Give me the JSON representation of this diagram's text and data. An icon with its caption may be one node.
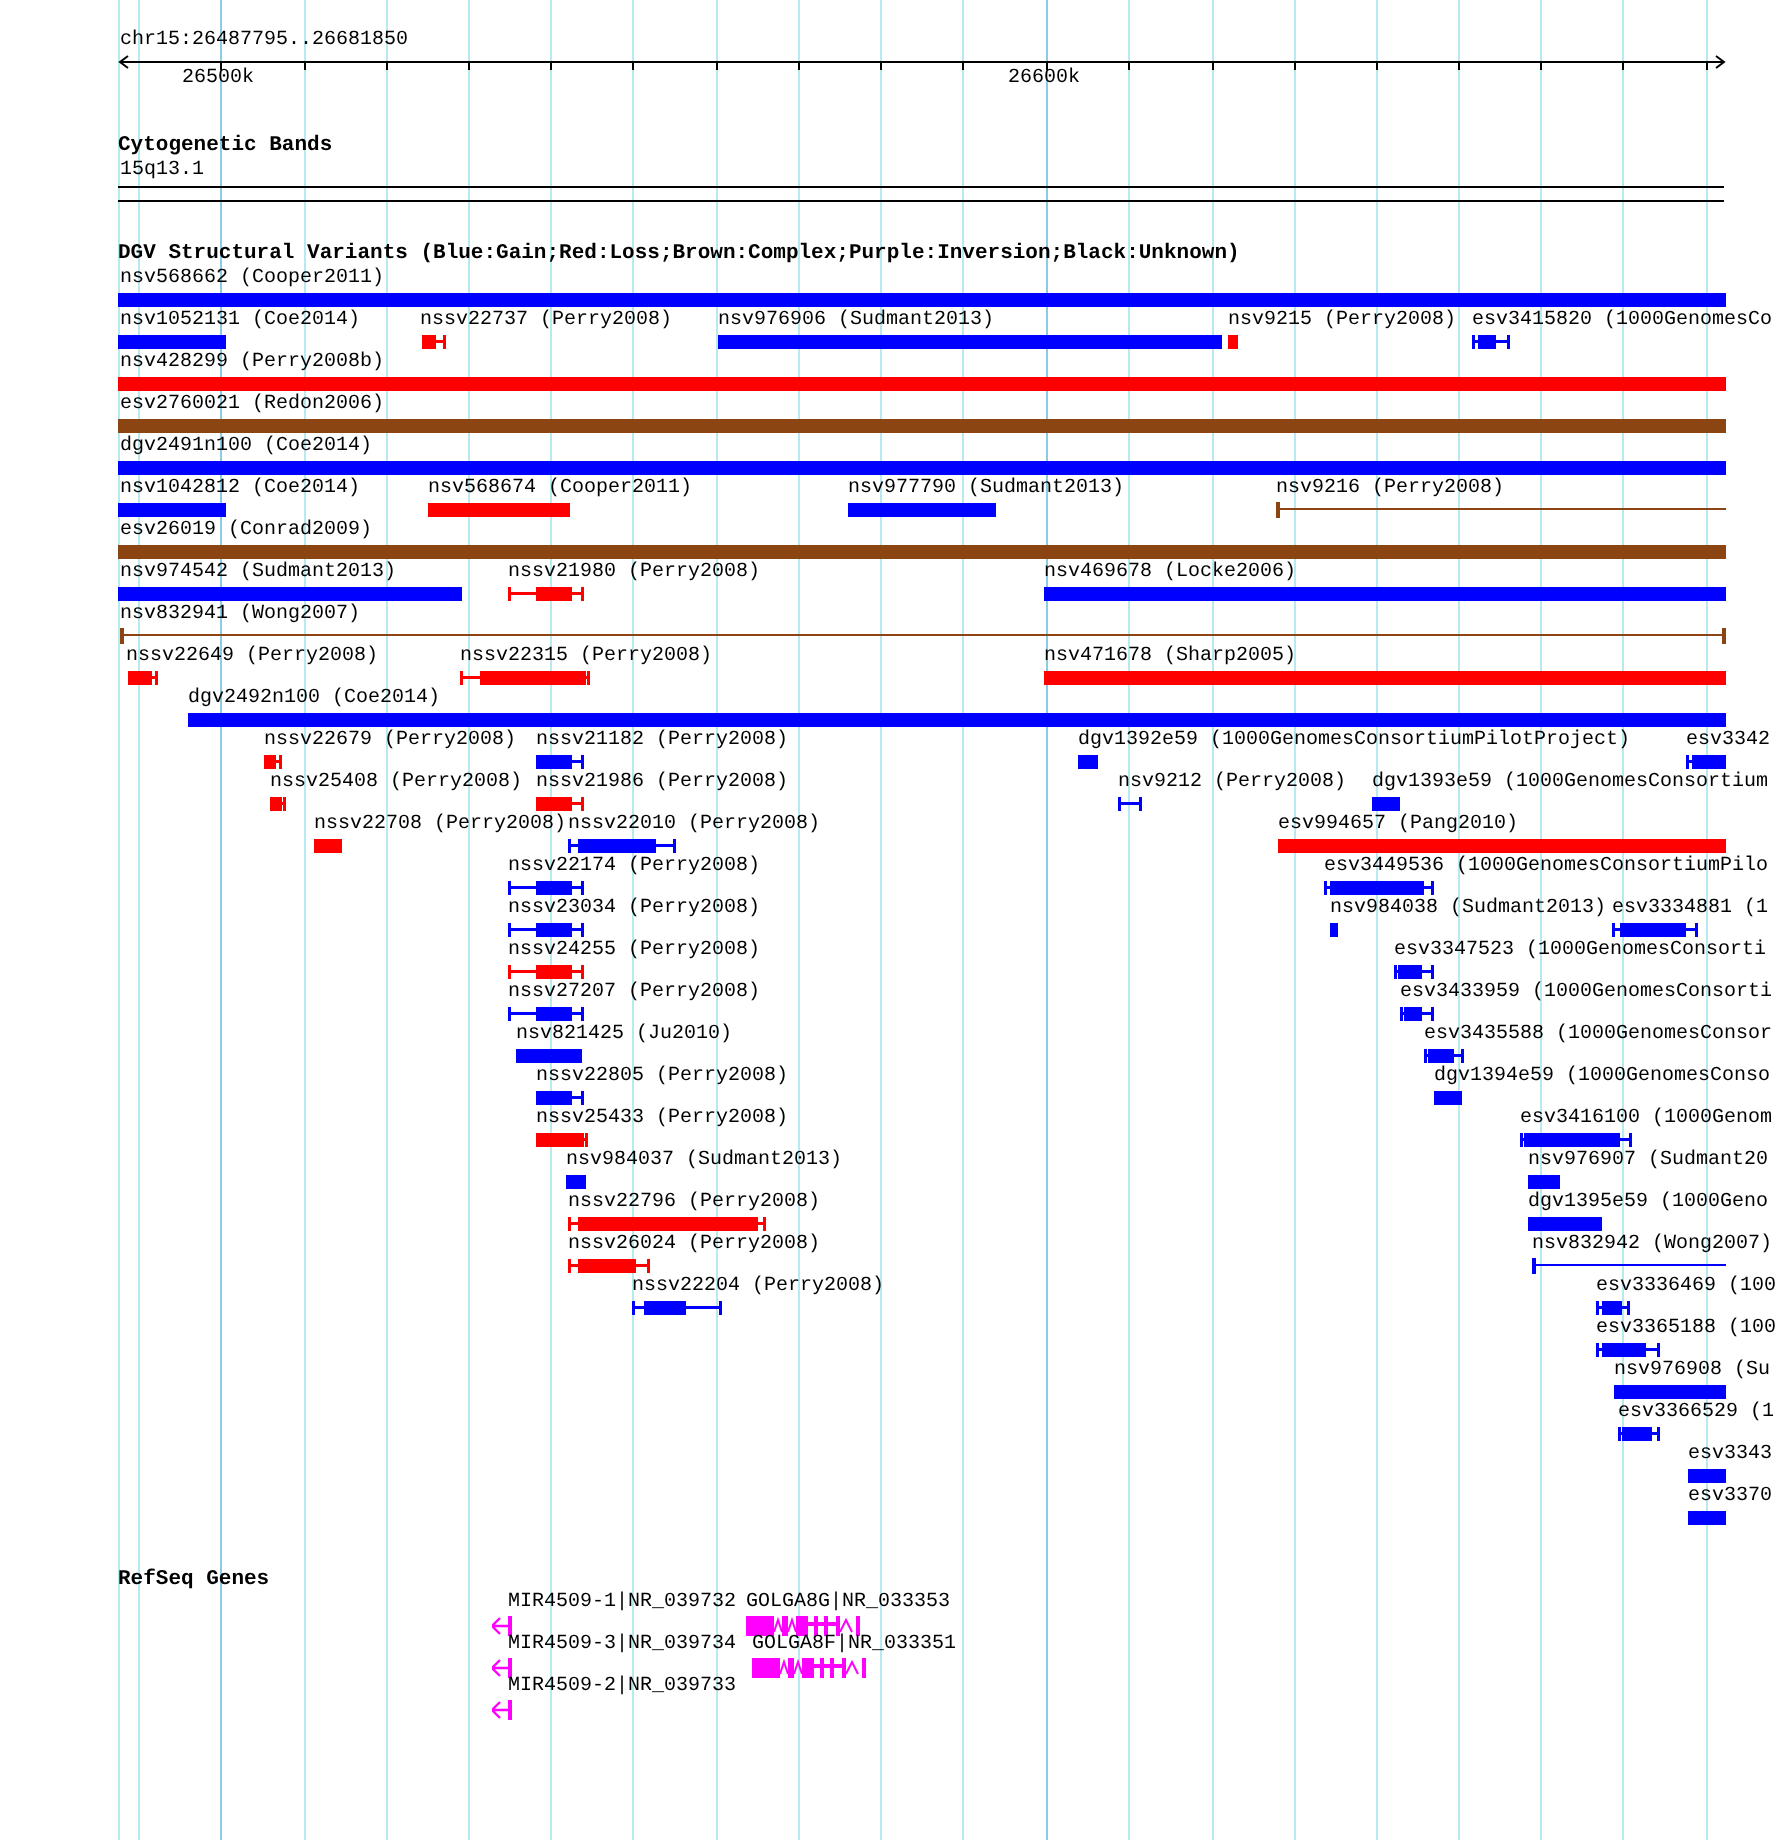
{
  "diagram": {
    "nodes": [
      {
        "text": [
          "nsv568662 (Cooper2011)"
        ]
      },
      {
        "text": [
          "nsv1052131 (Coe2014)"
        ]
      },
      {
        "text": [
          "nssv22737 (Perry2008)"
        ]
      },
      {
        "text": [
          "nsv976906 (Sudmant2013)"
        ]
      },
      {
        "text": [
          "nsv9215 (Perry2008)"
        ]
      },
      {
        "text": [
          "esv3415820 (1000GenomesCo"
        ]
      },
      {
        "text": [
          "nsv428299 (Perry2008b)"
        ]
      },
      {
        "text": [
          "esv2760021 (Redon2006)"
        ]
      },
      {
        "text": [
          "dgv2491n100 (Coe2014)"
        ]
      },
      {
        "text": [
          "nsv1042812 (Coe2014)"
        ]
      },
      {
        "text": [
          "nsv568674 (Cooper2011)"
        ]
      },
      {
        "text": [
          "nsv977790 (Sudmant2013)"
        ]
      },
      {
        "text": [
          "nsv9216 (Perry2008)"
        ]
      },
      {
        "text": [
          "esv26019 (Conrad2009)"
        ]
      },
      {
        "text": [
          "nsv974542 (Sudmant2013)"
        ]
      },
      {
        "text": [
          "nssv21980 (Perry2008)"
        ]
      },
      {
        "text": [
          "nsv469678 (Locke2006)"
        ]
      },
      {
        "text": [
          "nsv832941 (Wong2007)"
        ]
      },
      {
        "text": [
          "nssv22649 (Perry2008)"
        ]
      },
      {
        "text": [
          "nssv22315 (Perry2008)"
        ]
      },
      {
        "text": [
          "nsv471678 (Sharp2005)"
        ]
      },
      {
        "text": [
          "dgv2492n100 (Coe2014)"
        ]
      },
      {
        "text": [
          "nssv22679 (Perry2008)"
        ]
      },
      {
        "text": [
          "nssv21182 (Perry2008)"
        ]
      },
      {
        "text": [
          "dgv1392e59 (1000GenomesConsortiumPilotProject)"
        ]
      },
      {
        "text": [
          "esv3342"
        ]
      },
      {
        "text": [
          "nssv25408 (Perry2008)"
        ]
      },
      {
        "text": [
          "nssv21986 (Perry2008)"
        ]
      },
      {
        "text": [
          "nsv9212 (Perry2008)"
        ]
      },
      {
        "text": [
          "dgv1393e59 (1000GenomesConsortium"
        ]
      },
      {
        "text": [
          "nssv22708 (Perry2008)"
        ]
      },
      {
        "text": [
          "nssv22010 (Perry2008)"
        ]
      },
      {
        "text": [
          "esv994657 (Pang2010)"
        ]
      },
      {
        "text": [
          "nssv22174 (Perry2008)"
        ]
      },
      {
        "text": [
          "esv3449536 (1000GenomesConsortiumPilo"
        ]
      },
      {
        "text": [
          "nssv23034 (Perry2008)"
        ]
      },
      {
        "text": [
          "nsv984038 (Sudmant2013)"
        ]
      },
      {
        "text": [
          "esv3334881 (1"
        ]
      },
      {
        "text": [
          "nssv24255 (Perry2008)"
        ]
      },
      {
        "text": [
          "esv3347523 (1000GenomesConsorti"
        ]
      },
      {
        "text": [
          "nssv27207 (Perry2008)"
        ]
      },
      {
        "text": [
          "esv3433959 (1000GenomesConsorti"
        ]
      },
      {
        "text": [
          "nsv821425 (Ju2010)"
        ]
      },
      {
        "text": [
          "esv3435588 (1000GenomesConsor"
        ]
      },
      {
        "text": [
          "nssv22805 (Perry2008)"
        ]
      },
      {
        "text": [
          "dgv1394e59 (1000GenomesConso"
        ]
      },
      {
        "text": [
          "nssv25433 (Perry2008)"
        ]
      },
      {
        "text": [
          "esv3416100 (1000Genom"
        ]
      },
      {
        "text": [
          "nsv984037 (Sudmant2013)"
        ]
      },
      {
        "text": [
          "nsv976907 (Sudmant20"
        ]
      },
      {
        "text": [
          "nssv22796 (Perry2008)"
        ]
      },
      {
        "text": [
          "dgv1395e59 (1000Geno"
        ]
      },
      {
        "text": [
          "nssv26024 (Perry2008)"
        ]
      },
      {
        "text": [
          "nsv832942 (Wong2007)"
        ]
      },
      {
        "text": [
          "nssv22204 (Perry2008)"
        ]
      },
      {
        "text": [
          "esv3336469 (100"
        ]
      },
      {
        "text": [
          "esv3365188 (100"
        ]
      },
      {
        "text": [
          "nsv976908 (Su"
        ]
      },
      {
        "text": [
          "esv3366529 (1"
        ]
      },
      {
        "text": [
          "esv3343"
        ]
      },
      {
        "text": [
          "esv3370"
        ]
      },
      {
        "text": [
          "MIR4509-1|NR_039732"
        ]
      },
      {
        "text": [
          "GOLGA8G|NR_033353"
        ]
      },
      {
        "text": [
          "MIR4509-3|NR_039734"
        ]
      },
      {
        "text": [
          "GOLGA8F|NR_033351"
        ]
      },
      {
        "text": [
          "MIR4509-2|NR_039733"
        ]
      }
    ],
    "labels": [
      "chr15:26487795..26681850",
      "26500k",
      "26600k",
      "Cytogenetic Bands",
      "15q13.1",
      "DGV Structural Variants (Blue:Gain;Red:Loss;Brown:Complex;Purple:Inversion;Black:Unknown)",
      "RefSeq Genes"
    ]
  }
}
